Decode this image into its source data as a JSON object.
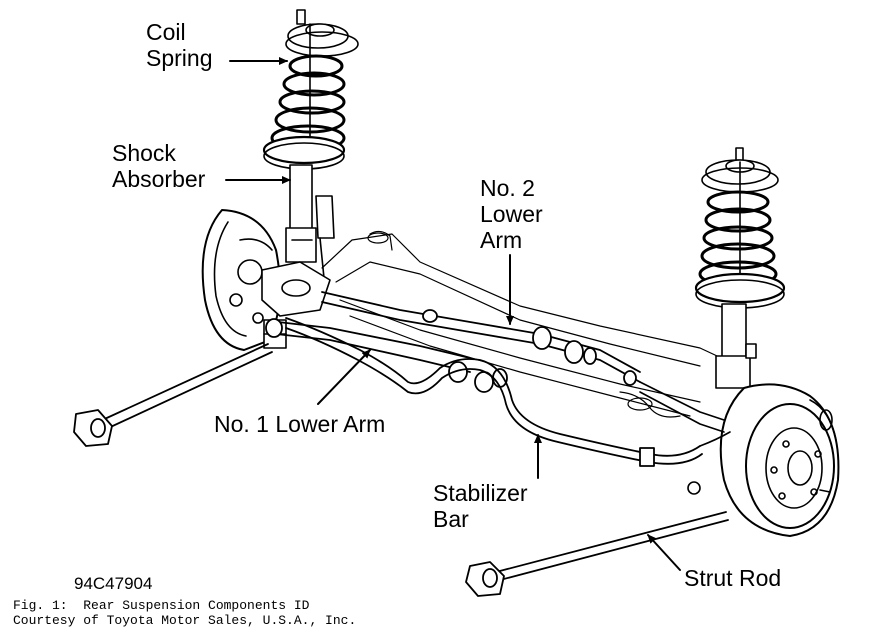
{
  "labels": {
    "coil_spring_line1": "Coil",
    "coil_spring_line2": "Spring",
    "shock_absorber_line1": "Shock",
    "shock_absorber_line2": "Absorber",
    "no2_lower_arm_line1": "No. 2",
    "no2_lower_arm_line2": "Lower",
    "no2_lower_arm_line3": "Arm",
    "no1_lower_arm": "No. 1 Lower Arm",
    "stabilizer_bar_line1": "Stabilizer",
    "stabilizer_bar_line2": "Bar",
    "strut_rod": "Strut Rod"
  },
  "figure_id": "94C47904",
  "caption": {
    "line1": "Fig. 1:  Rear Suspension Components ID",
    "line2": "Courtesy of Toyota Motor Sales, U.S.A., Inc."
  },
  "colors": {
    "ink": "#000000",
    "background": "#ffffff"
  }
}
